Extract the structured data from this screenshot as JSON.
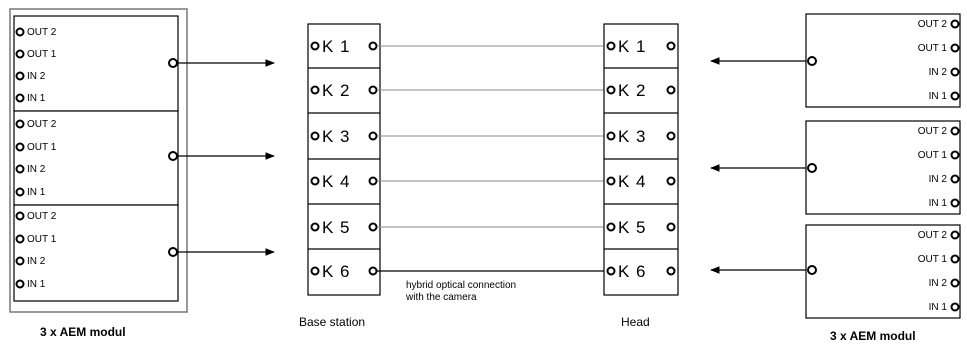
{
  "left_group": {
    "caption": "3 x AEM modul",
    "modules": [
      {
        "ports": [
          "OUT 2",
          "OUT 1",
          "IN 2",
          "IN 1"
        ]
      },
      {
        "ports": [
          "OUT 2",
          "OUT 1",
          "IN 2",
          "IN 1"
        ]
      },
      {
        "ports": [
          "OUT 2",
          "OUT 1",
          "IN 2",
          "IN 1"
        ]
      }
    ]
  },
  "base_station": {
    "caption": "Base station",
    "channels": [
      "K 1",
      "K 2",
      "K 3",
      "K 4",
      "K 5",
      "K 6"
    ]
  },
  "head": {
    "caption": "Head",
    "channels": [
      "K 1",
      "K 2",
      "K 3",
      "K 4",
      "K 5",
      "K 6"
    ]
  },
  "connection_note": {
    "line1": "hybrid optical connection",
    "line2": "with the camera"
  },
  "right_group": {
    "caption": "3 x AEM modul",
    "modules": [
      {
        "ports": [
          "OUT 2",
          "OUT 1",
          "IN 2",
          "IN 1"
        ]
      },
      {
        "ports": [
          "OUT 2",
          "OUT 1",
          "IN 2",
          "IN 1"
        ]
      },
      {
        "ports": [
          "OUT 2",
          "OUT 1",
          "IN 2",
          "IN 1"
        ]
      }
    ]
  }
}
